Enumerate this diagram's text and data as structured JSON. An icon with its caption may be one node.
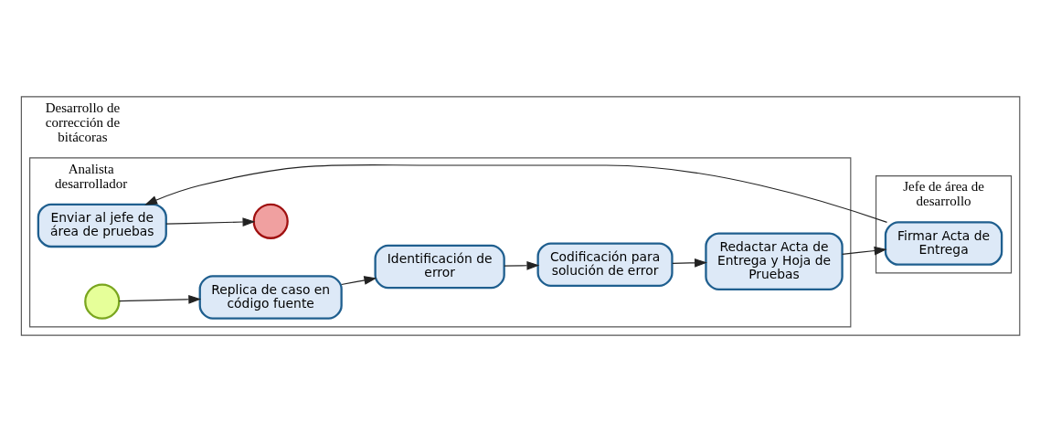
{
  "diagram": {
    "nodes": [
      {
        "text": [
          "Desarrollo de corrección de bitácoras"
        ]
      },
      {
        "text": [
          "Analista desarrollador"
        ],
        "in": 0
      },
      {
        "text": [
          "Jefe de área de desarrollo"
        ],
        "in": 0
      },
      {
        "text": [],
        "shape": "circle",
        "in": 1
      },
      {
        "text": [
          "Replica de caso en código fuente"
        ],
        "in": 1
      },
      {
        "text": [
          "Identificación de error"
        ],
        "in": 1
      },
      {
        "text": [
          "Codificación para solución de error"
        ],
        "in": 1
      },
      {
        "text": [
          "Redactar Acta de Entrega y Hoja de Pruebas"
        ],
        "in": 1
      },
      {
        "text": [
          "Enviar al jefe de área de pruebas"
        ],
        "in": 1
      },
      {
        "text": [],
        "shape": "circle",
        "in": 1
      },
      {
        "text": [
          "Firmar Acta de Entrega"
        ],
        "in": 2
      }
    ],
    "edges": [
      {
        "from": 3,
        "to": 4,
        "arrow": "to"
      },
      {
        "from": 4,
        "to": 5,
        "arrow": "to"
      },
      {
        "from": 5,
        "to": 6,
        "arrow": "to"
      },
      {
        "from": 6,
        "to": 7,
        "arrow": "to"
      },
      {
        "from": 7,
        "to": 10,
        "arrow": "to"
      },
      {
        "from": 10,
        "to": 8,
        "arrow": "to"
      },
      {
        "from": 8,
        "to": 9,
        "arrow": "to"
      }
    ]
  }
}
